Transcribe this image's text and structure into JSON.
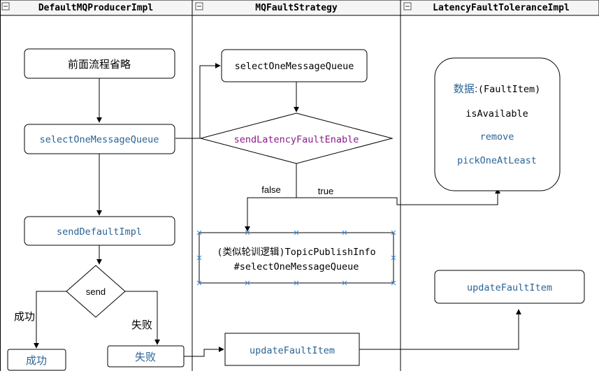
{
  "lanes": [
    {
      "title": "DefaultMQProducerImpl"
    },
    {
      "title": "MQFaultStrategy"
    },
    {
      "title": "LatencyFaultToleranceImpl"
    }
  ],
  "nodes": {
    "preface": "前面流程省略",
    "select_queue_main": "selectOneMessageQueue",
    "send_default_impl": "sendDefaultImpl",
    "send_decision": "send",
    "success_box": "成功",
    "fail_box": "失败",
    "select_queue_strategy": "selectOneMessageQueue",
    "latency_decision": "sendLatencyFaultEnable",
    "topic_publish_line1": "(类似轮训逻辑)TopicPublishInfo",
    "topic_publish_line2": "#selectOneMessageQueue",
    "update_fault_item_strategy": "updateFaultItem",
    "data_label_prefix": "数据:",
    "data_label_suffix": "(FaultItem)",
    "is_available": "isAvailable",
    "remove": "remove",
    "pick_one_at_least": "pickOneAtLeast",
    "update_fault_item_impl": "updateFaultItem"
  },
  "edge_labels": {
    "false": "false",
    "true": "true",
    "success": "成功",
    "fail": "失败"
  },
  "colors": {
    "text_blue": "#2a6496",
    "text_purple": "#8a1a8a",
    "selection": "#3b8fd9",
    "header_bg": "#f5f5f5"
  }
}
